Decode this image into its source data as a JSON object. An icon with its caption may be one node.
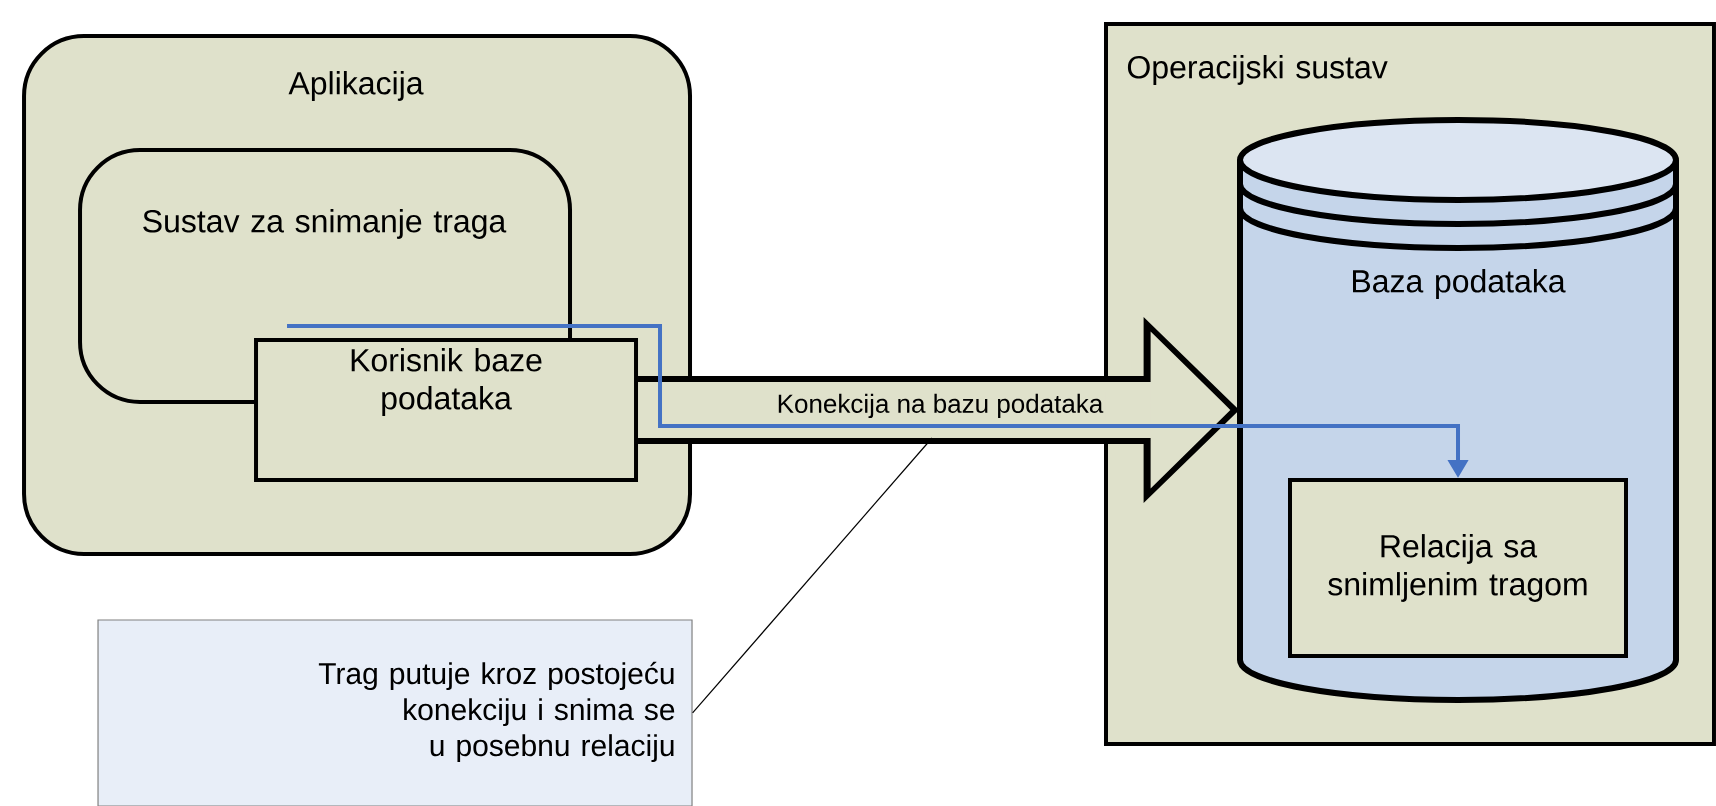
{
  "diagram": {
    "nodes": [
      {
        "text": [
          "Aplikacija"
        ]
      },
      {
        "text": [
          "Sustav za snimanje traga"
        ],
        "in": 0
      },
      {
        "text": [
          "Korisnik baze podataka"
        ],
        "in": 0
      },
      {
        "text": [
          "Operacijski sustav"
        ]
      },
      {
        "text": [
          "Baza podataka"
        ],
        "in": 3
      },
      {
        "text": [
          "Relacija sa snimljenim tragom"
        ],
        "in": 4
      },
      {
        "text": [
          "Trag putuje kroz postojeću konekciju i snima se u posebnu relaciju"
        ]
      }
    ],
    "edges": [
      {
        "from": 2,
        "to": 4,
        "arrow": "to",
        "label": "Konekcija na bazu podataka",
        "style": "thick"
      },
      {
        "from": 1,
        "to": 5,
        "arrow": "to",
        "color": "#4472c4"
      },
      {
        "from": 6,
        "to": null,
        "arrow": "none",
        "color": "#000000"
      }
    ]
  }
}
